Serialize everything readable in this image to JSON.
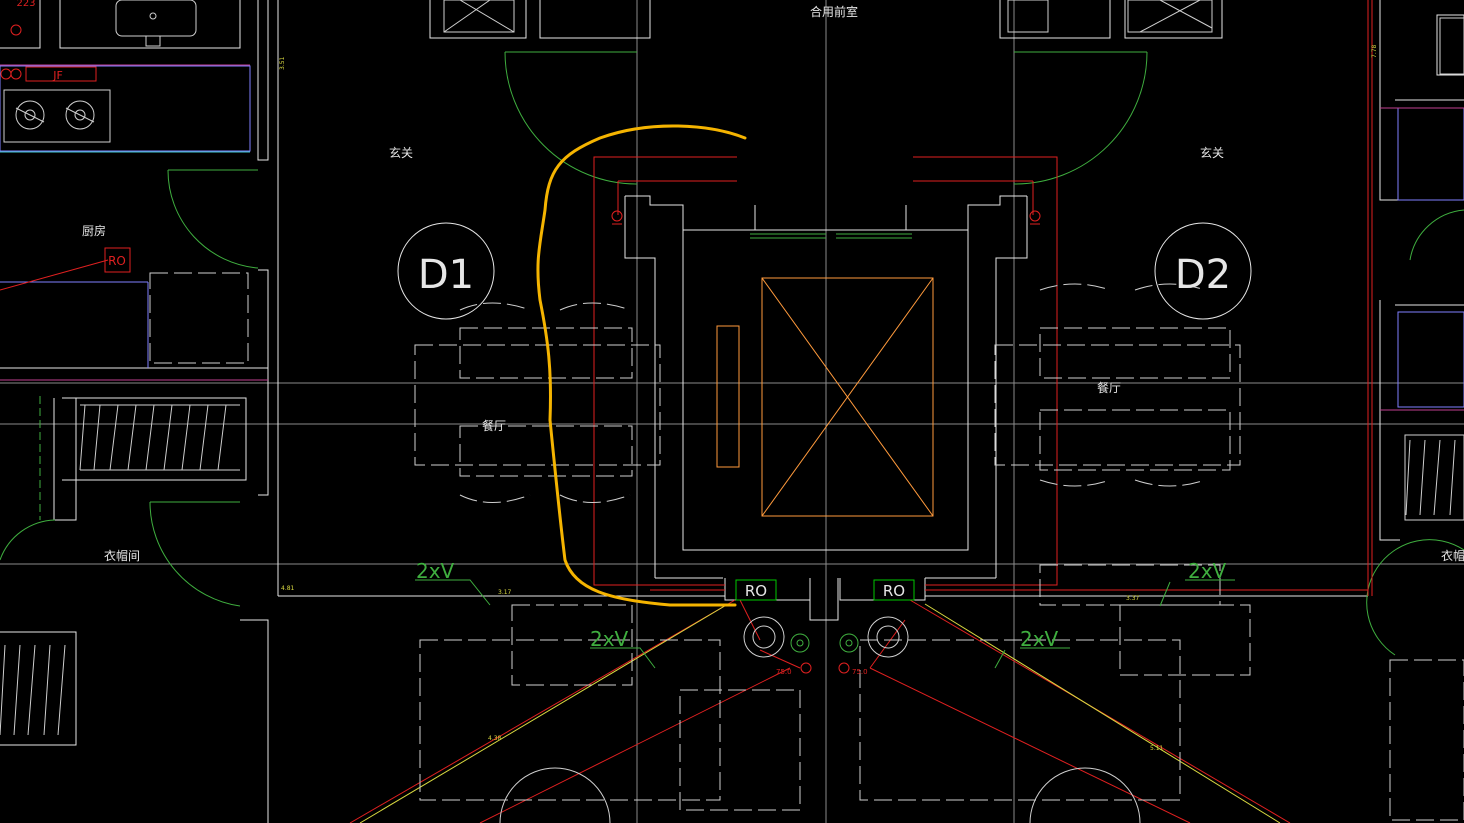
{
  "colors": {
    "background": "#000000",
    "wall": "#e6e6e6",
    "door": "#3fae3f",
    "wiring": "#e02020",
    "axis": "#8a8a8a",
    "highlight": "#f5b400",
    "cabinet": "#8080ff",
    "shaft": "#ff9a3c",
    "tag": "#00c800",
    "cyan": "#40c8c8",
    "magenta": "#c04090",
    "yellow_wire": "#d8d840"
  },
  "rooms": {
    "shared_lobby": "合用前室",
    "entry_left": "玄关",
    "entry_right": "玄关",
    "kitchen": "厨房",
    "dining_left": "餐厅",
    "dining_right": "餐厅",
    "cloakroom_left": "衣帽间",
    "cloakroom_right": "衣帽间"
  },
  "markers": {
    "d1": "D1",
    "d2": "D2"
  },
  "tags": {
    "ro_kitchen": "RO",
    "ro_bottom_left": "RO",
    "ro_bottom_right": "RO",
    "jf": "JF",
    "top_left": "223"
  },
  "cables": {
    "c1": "2xV",
    "c2": "2xV",
    "c3": "2xV",
    "c4": "2xV"
  },
  "dims": {
    "d1": "3.51",
    "d2": "7.78",
    "d3": "3.17",
    "d4": "3.37",
    "d5": "4.81",
    "d6": "4.38",
    "d7": "5.11",
    "d8": "75.0",
    "d9": "75.0"
  },
  "icons": [
    "stove-burner-icon",
    "socket-icon",
    "meter-icon",
    "elevator-shaft-icon",
    "wardrobe-hangers-icon",
    "dining-chair-icon"
  ]
}
